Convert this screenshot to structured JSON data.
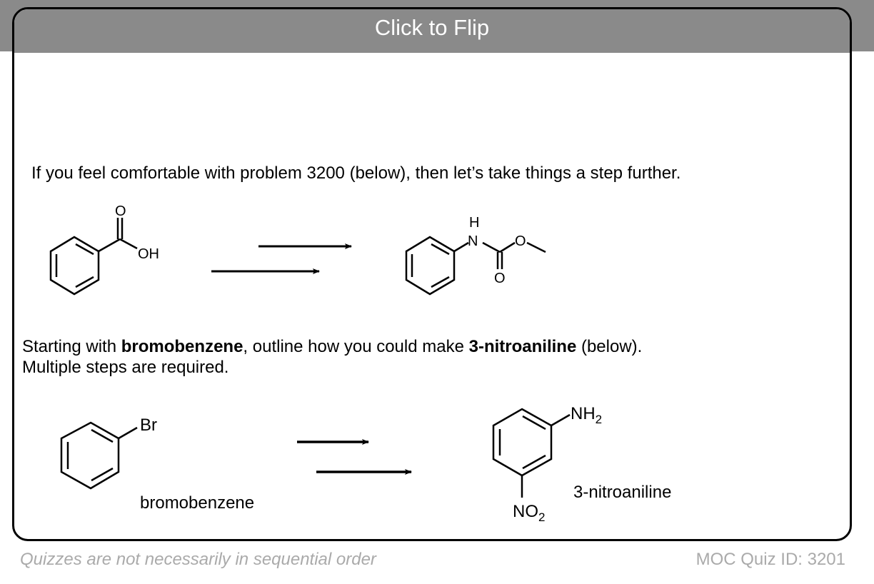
{
  "card": {
    "header_label": "Click to Flip",
    "intro_text": "If you feel comfortable with problem 3200 (below), then let’s take things a step further.",
    "problem": {
      "prefix": "Starting with ",
      "start_bold": "bromobenzene",
      "middle": ", outline how you could make ",
      "target_bold": "3-nitroaniline",
      "suffix": " (below).",
      "line2": "Multiple steps are required."
    },
    "scheme1": {
      "reactant_label_oh": "OH",
      "reactant_label_o": "O",
      "product_label_h": "H",
      "product_label_n": "N",
      "product_label_o1": "O",
      "product_label_o2": "O"
    },
    "scheme2": {
      "reactant_substituent": "Br",
      "reactant_name": "bromobenzene",
      "product_nh2": "NH",
      "product_nh2_sub": "2",
      "product_no2": "NO",
      "product_no2_sub": "2",
      "product_name": "3-nitroaniline"
    }
  },
  "footer": {
    "note": "Quizzes are not necessarily in sequential order",
    "quiz_id": "MOC Quiz ID: 3201"
  }
}
